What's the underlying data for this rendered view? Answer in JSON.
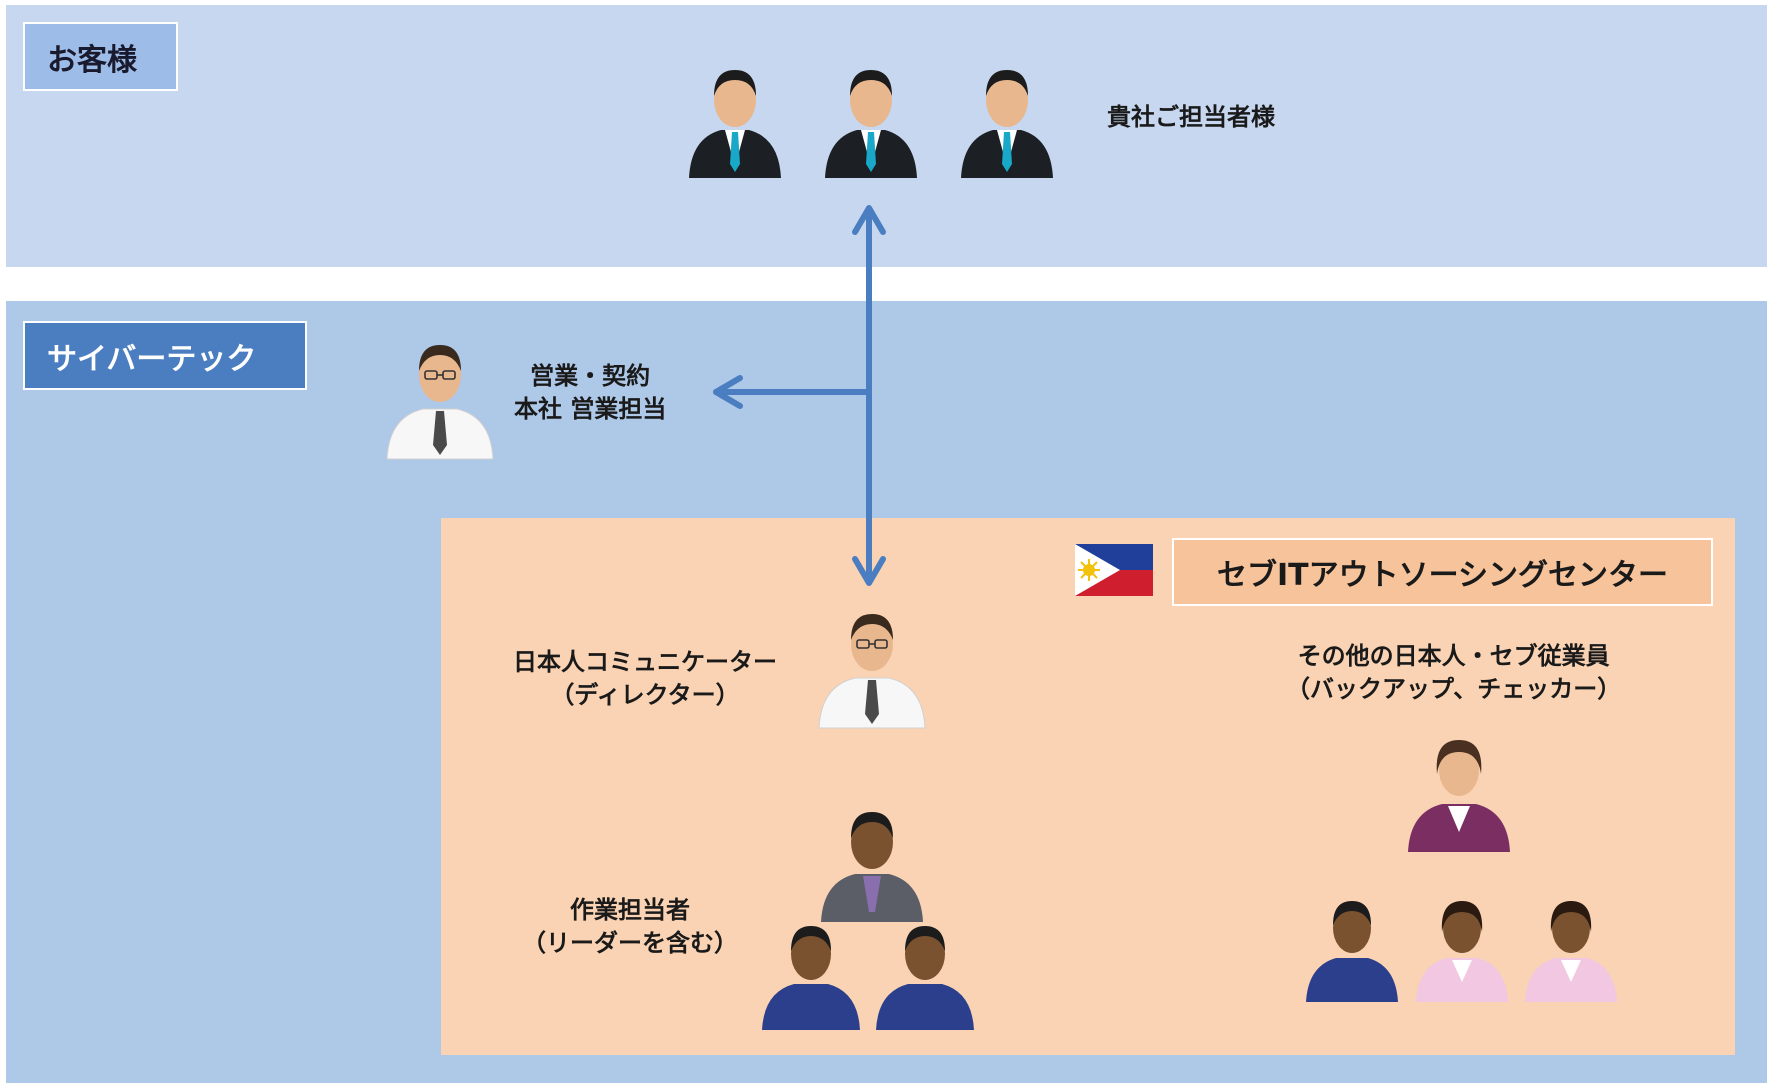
{
  "customer": {
    "tag": "お客様",
    "label": "貴社ご担当者様"
  },
  "company": {
    "tag": "サイバーテック",
    "sales_line1": "営業・契約",
    "sales_line2": "本社 営業担当"
  },
  "cebu": {
    "title": "セブITアウトソーシングセンター",
    "communicator_line1": "日本人コミュニケーター",
    "communicator_line2": "（ディレクター）",
    "workers_line1": "作業担当者",
    "workers_line2": "（リーダーを含む）",
    "others_line1": "その他の日本人・セブ従業員",
    "others_line2": "（バックアップ、チェッカー）"
  },
  "colors": {
    "arrow": "#4a7ec0",
    "customer_band": "#c6d7ef",
    "company_band": "#aec8e8",
    "cebu_box": "#f9d3b3"
  },
  "icons": {
    "flag": "philippines-flag-icon",
    "businessman": "businessman-icon",
    "office_worker": "office-worker-icon",
    "staff": "staff-icon"
  }
}
